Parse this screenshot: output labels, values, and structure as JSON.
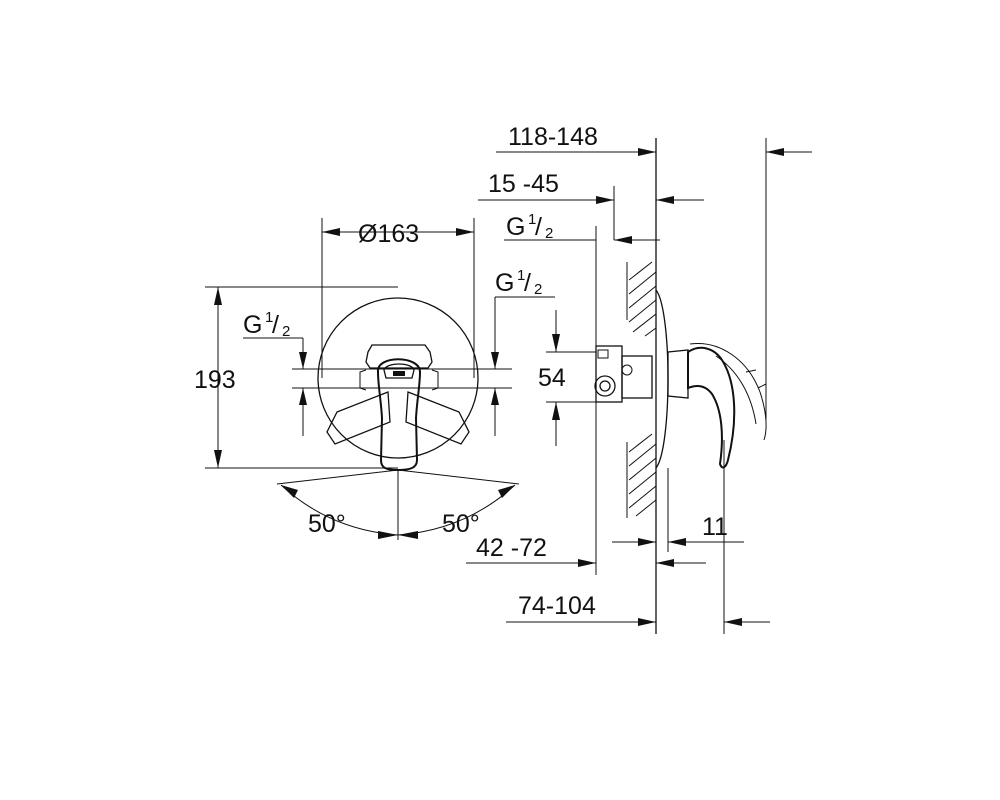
{
  "dimensions": {
    "top_depth": "118-148",
    "wall_range": "15 -45",
    "thread_side_g": "G",
    "thread_side_num": "1",
    "thread_side_den": "2",
    "diameter": "Ø163",
    "thread_front_right_g": "G",
    "thread_front_right_num": "1",
    "thread_front_right_den": "2",
    "thread_front_left_g": "G",
    "thread_front_left_num": "1",
    "thread_front_left_den": "2",
    "height": "193",
    "spacing": "54",
    "angle_left": "50°",
    "angle_right": "50°",
    "mid_range": "42 -72",
    "rosette_depth": "11",
    "bottom_range": "74-104"
  }
}
